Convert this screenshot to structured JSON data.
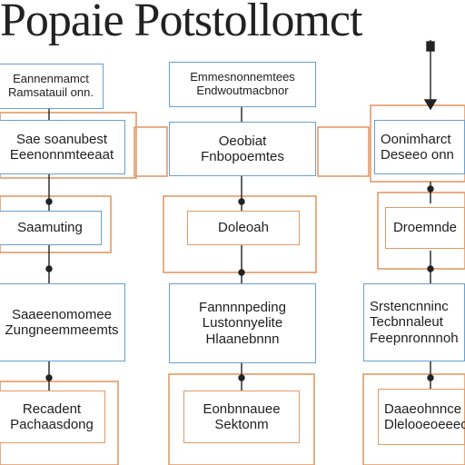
{
  "title": "Popaie Potstollomct",
  "colors": {
    "blue_border": "#6a9fd0",
    "orange_border": "#e39a67",
    "line": "#222222"
  },
  "columns": [
    {
      "row1": [
        "Eannenmamct",
        "Ramsatauil onn."
      ],
      "row2": [
        "Sae soanubest",
        "Eeenonnmteeaat"
      ],
      "row3": [
        "Saamuting"
      ],
      "row4": [
        "Saaeenomomee",
        "Zungneemmeemts"
      ],
      "row5": [
        "Recadent",
        "Pachaasdong"
      ]
    },
    {
      "row1": [
        "Emmesnonnemtees",
        "Endwoutmacbnor"
      ],
      "row2": [
        "Oeobiat",
        "Fnbopoemtes"
      ],
      "row3": [
        "Doleoah"
      ],
      "row4": [
        "Fannnnpeding",
        "Lustonnyelite",
        "Hlaanebnnn"
      ],
      "row5": [
        "Eonbnnauee",
        "Sektonm"
      ]
    },
    {
      "row1": [],
      "row2": [
        "Oonimharct",
        "Deseeo onn"
      ],
      "row3": [
        "Droemnde"
      ],
      "row4": [
        "Srstencnninc",
        "Tecbnnaleut",
        "Feepnronnnoh"
      ],
      "row5": [
        "Daaeohnnce",
        "Dlelooeoeeec"
      ]
    }
  ]
}
